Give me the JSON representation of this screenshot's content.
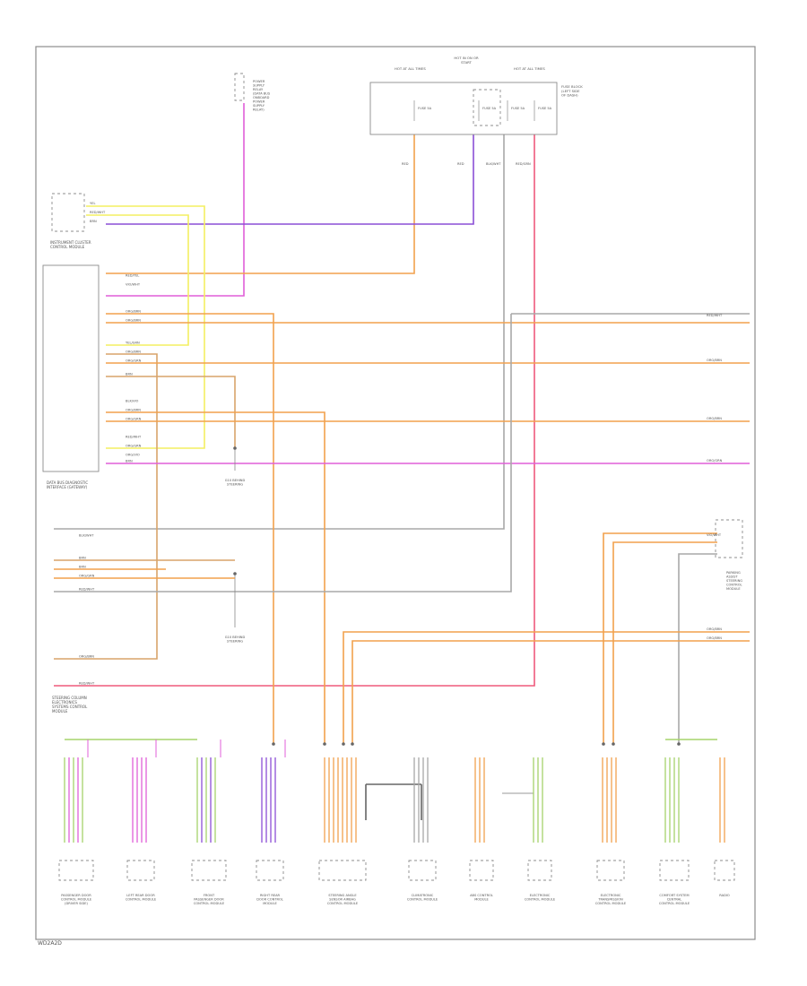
{
  "diagram": {
    "title": "",
    "footer_code": "WD2A2D",
    "colors": {
      "orange": "#f2a14d",
      "gray": "#a8a8a8",
      "magenta": "#e05fd8",
      "violet": "#8b4fd6",
      "yellow": "#f3ef61",
      "green": "#a6d36b",
      "red": "#ef5a7c",
      "tan": "#d8a46a",
      "frame": "#8c8c8c"
    },
    "top_components": {
      "power_supply": "POWER SUPPLY RELAY (DATA BUS ONBOARD POWER SUPPLY RELAY)",
      "fuse_panel_left": "HOT AT ALL TIMES",
      "fuse_panel_center": "HOT IN ON OR START",
      "fuse_panel_right": "HOT AT ALL TIMES",
      "fuse_block": "FUSE BLOCK (LEFT SIDE OF DASH)",
      "fuses": [
        "FUSE 5A",
        "FUSE 5A",
        "FUSE 5A",
        "FUSE 5A"
      ]
    },
    "left_components": {
      "instrument_cluster": "INSTRUMENT CLUSTER CONTROL MODULE",
      "gateway": "DATA BUS DIAGNOSTIC INTERFACE (GATEWAY)",
      "steering": "STEERING COLUMN ELECTRONICS SYSTEMS CONTROL MODULE",
      "ground_1": "G10 BEHIND STEERING",
      "ground_2": "G10 BEHIND STEERING"
    },
    "right_components": {
      "right_module": "PARKING ASSIST STEERING CONTROL MODULE"
    },
    "wire_labels": {
      "top_connector": [
        "YEL",
        "RED/WHT",
        "BRN"
      ],
      "cluster_pins": [
        "RED/YEL",
        "VIO/WHT",
        "ORG/BRN",
        "ORG/BRN",
        "YEL/GRN",
        "ORG/BRN",
        "ORG/GRN",
        "BRN",
        "BLK/VIO",
        "ORG/BRN",
        "ORG/GRN",
        "RED/WHT",
        "ORG/GRN",
        "ORG/VIO",
        "BRN"
      ],
      "lower_left_pins": [
        "BLK/WHT",
        "BRN",
        "BRN",
        "ORG/GRN",
        "RED/WHT",
        "ORG/BRN",
        "RED/WHT"
      ],
      "right_side_labels": [
        "RED/WHT",
        "ORG/BRN",
        "ORG/BRN",
        "ORG/GRN",
        "VIO/WHT",
        "ORG/BRN",
        "ORG/BRN"
      ],
      "fuse_outputs": [
        "RED",
        "RED",
        "BLK/WHT",
        "RED/GRN"
      ]
    },
    "bottom_components": [
      "PASSENGER DOOR CONTROL MODULE (DRIVER SIDE)",
      "LEFT REAR DOOR CONTROL MODULE",
      "FRONT PASSENGER DOOR CONTROL MODULE",
      "RIGHT REAR DOOR CONTROL MODULE",
      "STEERING ANGLE SENSOR AIRBAG CONTROL MODULE",
      "CLIMATRONIC CONTROL MODULE",
      "ABS CONTROL MODULE",
      "ELECTRONIC CONTROL MODULE",
      "ELECTRONIC TRANSMISSION CONTROL MODULE",
      "COMFORT SYSTEM CENTRAL CONTROL MODULE",
      "RADIO"
    ]
  }
}
